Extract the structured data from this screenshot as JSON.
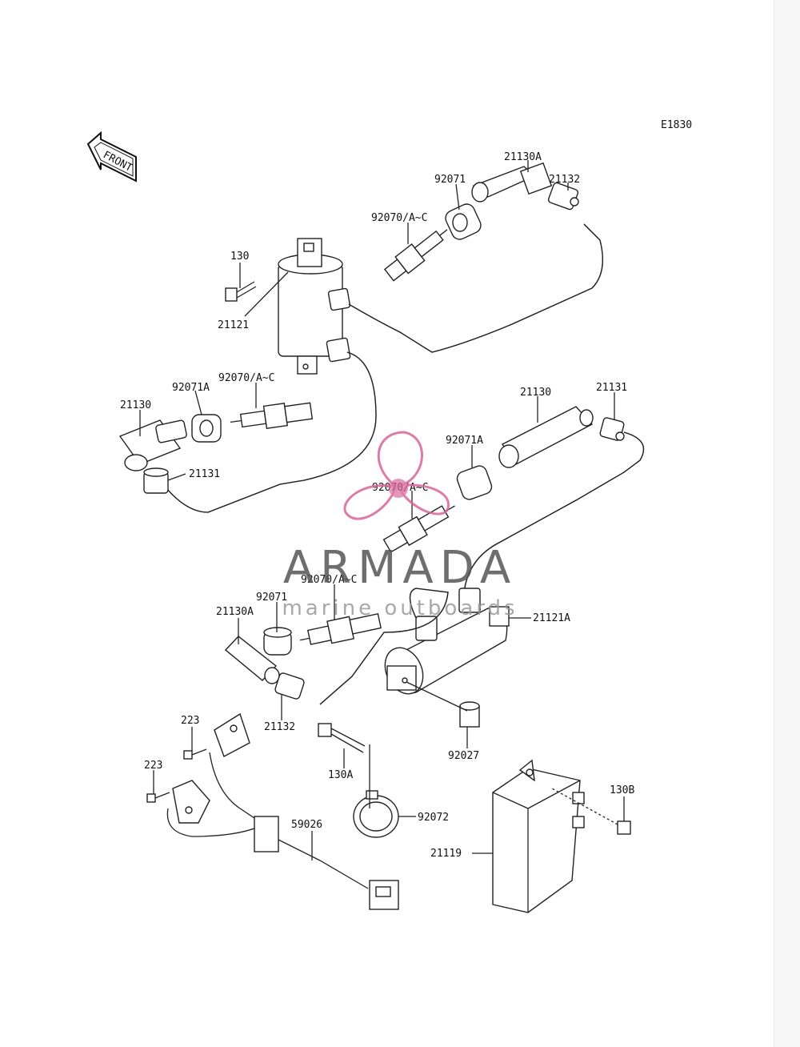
{
  "diagram_code": "E1830",
  "direction_label": "FRONT",
  "part_labels": {
    "p21130A_top": "21130A",
    "p92071_top": "92071",
    "p21132_top": "21132",
    "p92070_top": "92070/A~C",
    "p130": "130",
    "p21121": "21121",
    "p92070_left": "92070/A~C",
    "p92071A_left": "92071A",
    "p21130_left": "21130",
    "p21131_left": "21131",
    "p21130_right": "21130",
    "p21131_right": "21131",
    "p92071A_right": "92071A",
    "p92070_mid": "92070/A~C",
    "p92070_low": "92070/A~C",
    "p92071_low": "92071",
    "p21130A_low": "21130A",
    "p21121A": "21121A",
    "p21132_low": "21132",
    "p223_a": "223",
    "p223_b": "223",
    "p130A": "130A",
    "p92027": "92027",
    "p130B": "130B",
    "p92072": "92072",
    "p59026": "59026",
    "p21119": "21119"
  },
  "watermark": {
    "brand": "ARMADA",
    "tagline": "marine outboards"
  },
  "colors": {
    "watermark_pink": "#d9669a",
    "watermark_gray": "#555555",
    "line": "#222222"
  }
}
